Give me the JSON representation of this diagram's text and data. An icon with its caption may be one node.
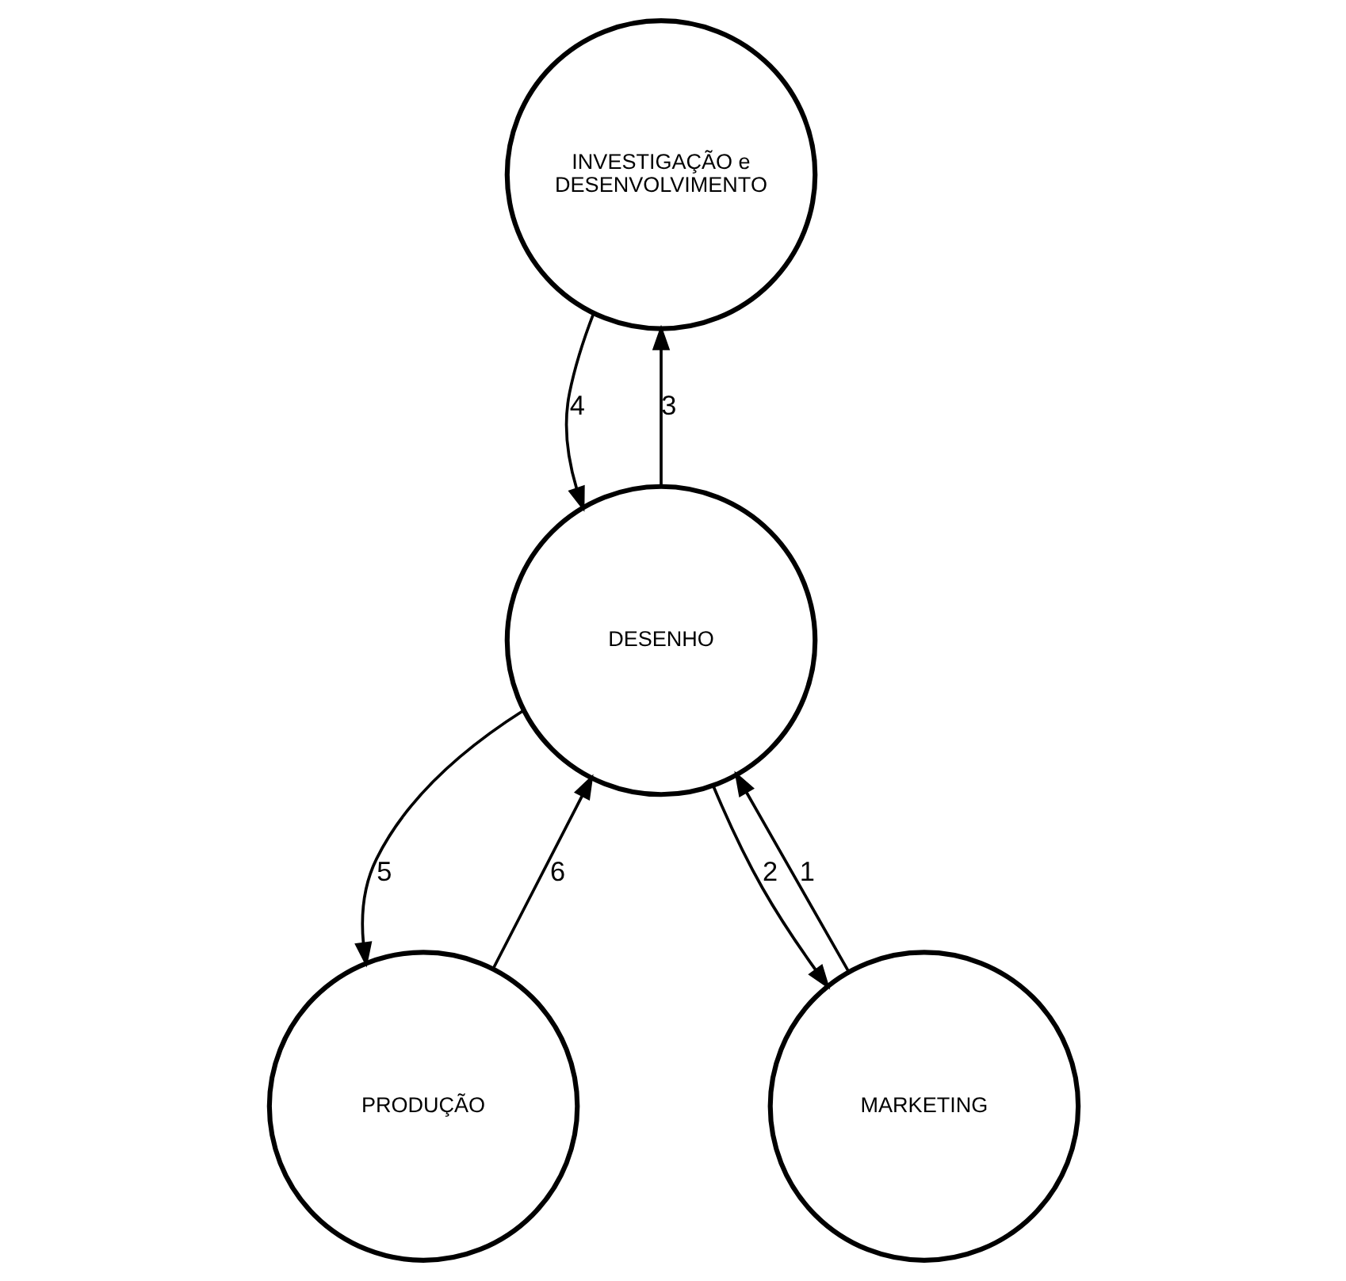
{
  "diagram": {
    "nodes": [
      {
        "text": [
          "INVESTIGAÇÃO e DESENVOLVIMENTO"
        ]
      },
      {
        "text": [
          "DESENHO"
        ]
      },
      {
        "text": [
          "PRODUÇÃO"
        ]
      },
      {
        "text": [
          "MARKETING"
        ]
      }
    ],
    "edges": [
      {
        "from": 0,
        "to": 1,
        "arrow": "to",
        "label": "4"
      },
      {
        "from": 1,
        "to": 0,
        "arrow": "to",
        "label": "3"
      },
      {
        "from": 3,
        "to": 1,
        "arrow": "to",
        "label": "1"
      },
      {
        "from": 1,
        "to": 3,
        "arrow": "to",
        "label": "2"
      },
      {
        "from": 1,
        "to": 2,
        "arrow": "to",
        "label": "5"
      },
      {
        "from": 2,
        "to": 1,
        "arrow": "to",
        "label": "6"
      }
    ]
  }
}
